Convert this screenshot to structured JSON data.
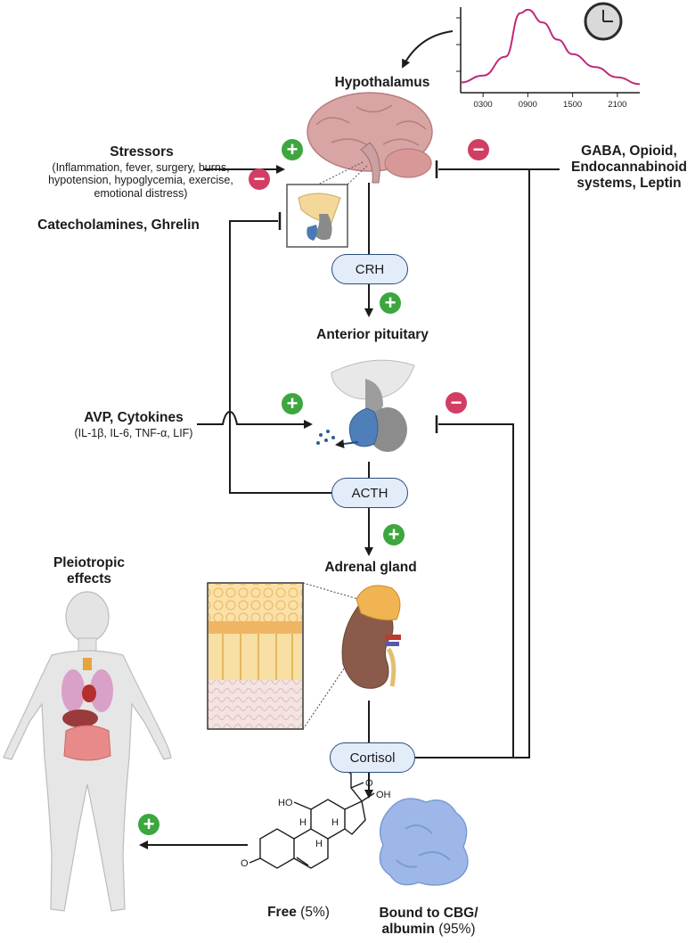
{
  "title": "",
  "hypothalamus": {
    "label": "Hypothalamus"
  },
  "stressors": {
    "heading": "Stressors",
    "details": "(Inflammation, fever, surgery, burns, hypotension, hypoglycemia, exercise, emotional distress)",
    "hormones": "Catecholamines, Ghrelin"
  },
  "inhibitors": {
    "label": "GABA, Opioid, Endocannabinoid systems, Leptin"
  },
  "crh": {
    "label": "CRH"
  },
  "anterior_pituitary": {
    "label": "Anterior pituitary"
  },
  "avp": {
    "heading": "AVP, Cytokines",
    "details": "(IL-1β, IL-6, TNF-α, LIF)"
  },
  "acth": {
    "label": "ACTH"
  },
  "adrenal": {
    "label": "Adrenal gland"
  },
  "pleiotropic": {
    "label": "Pleiotropic effects"
  },
  "cortisol": {
    "label": "Cortisol"
  },
  "free": {
    "label": "Free",
    "pct": "(5%)"
  },
  "bound": {
    "label": "Bound to CBG/ albumin",
    "pct": "(95%)"
  },
  "molecule": {
    "oh1": "OH",
    "o1": "O",
    "oh2": "HO",
    "oh3": "OH",
    "h1": "H",
    "h2": "H",
    "h3": "H",
    "o2": "O"
  },
  "signs": {
    "plus": "+",
    "minus": "−"
  },
  "colors": {
    "plus": "#3da63f",
    "minus": "#d23e63",
    "pill_border": "#2d4c7a",
    "pill_fill": "#e3ecf9",
    "curve": "#c0287a"
  },
  "chart_data": {
    "type": "line",
    "title": "",
    "xlabel": "",
    "ylabel": "",
    "x_ticks": [
      "0300",
      "0900",
      "1500",
      "2100"
    ],
    "x": [
      0,
      3,
      6,
      8,
      9,
      11,
      13,
      15,
      18,
      21,
      24
    ],
    "series": [
      {
        "values": [
          0.12,
          0.2,
          0.42,
          0.93,
          0.97,
          0.82,
          0.62,
          0.45,
          0.3,
          0.18,
          0.1
        ]
      }
    ],
    "ylim": [
      0,
      1
    ],
    "grid": false,
    "icon": "clock-icon"
  }
}
